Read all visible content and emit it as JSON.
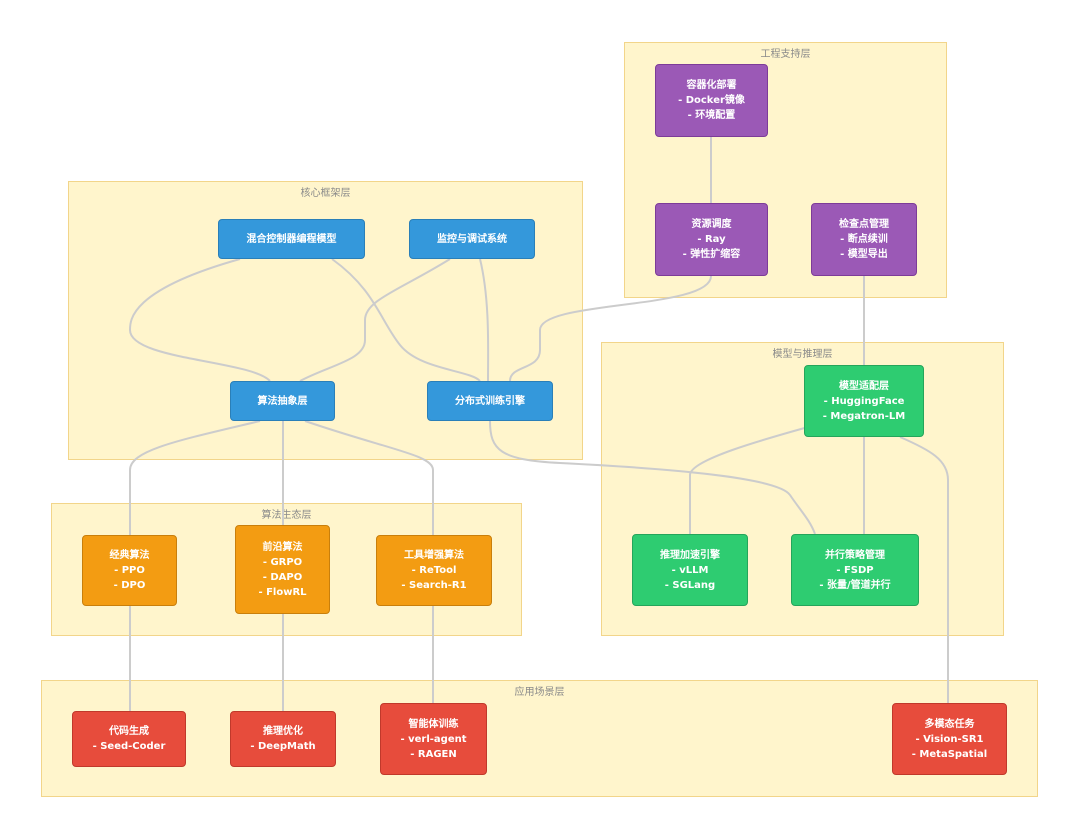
{
  "layers": {
    "engineering": "工程支持层",
    "core": "核心框架层",
    "model": "模型与推理层",
    "algo": "算法生态层",
    "app": "应用场景层"
  },
  "nodes": {
    "container": {
      "title": "容器化部署",
      "l1": "- Docker镜像",
      "l2": "- 环境配置"
    },
    "resource": {
      "title": "资源调度",
      "l1": "- Ray",
      "l2": "- 弹性扩缩容"
    },
    "checkpoint": {
      "title": "检查点管理",
      "l1": "- 断点续训",
      "l2": "- 模型导出"
    },
    "hybrid": {
      "title": "混合控制器编程模型"
    },
    "monitor": {
      "title": "监控与调试系统"
    },
    "abstraction": {
      "title": "算法抽象层"
    },
    "distributed": {
      "title": "分布式训练引擎"
    },
    "adapter": {
      "title": "模型适配层",
      "l1": "- HuggingFace",
      "l2": "- Megatron-LM"
    },
    "inference": {
      "title": "推理加速引擎",
      "l1": "- vLLM",
      "l2": "- SGLang"
    },
    "parallel": {
      "title": "并行策略管理",
      "l1": "- FSDP",
      "l2": "- 张量/管道并行"
    },
    "classic": {
      "title": "经典算法",
      "l1": "- PPO",
      "l2": "- DPO"
    },
    "frontier": {
      "title": "前沿算法",
      "l1": "- GRPO",
      "l2": "- DAPO",
      "l3": "- FlowRL"
    },
    "tool": {
      "title": "工具增强算法",
      "l1": "- ReTool",
      "l2": "- Search-R1"
    },
    "codegen": {
      "title": "代码生成",
      "l1": "- Seed-Coder"
    },
    "reasoning": {
      "title": "推理优化",
      "l1": "- DeepMath"
    },
    "agent": {
      "title": "智能体训练",
      "l1": "- verl-agent",
      "l2": "- RAGEN"
    },
    "multimodal": {
      "title": "多模态任务",
      "l1": "- Vision-SR1",
      "l2": "- MetaSpatial"
    }
  },
  "colors": {
    "layer_bg": "#fff5cc",
    "layer_border": "#f2d58a",
    "edge": "#cccccc",
    "purple": "#9b59b6",
    "blue": "#3498db",
    "green": "#2ecc71",
    "orange": "#f39c12",
    "red": "#e74c3c"
  }
}
